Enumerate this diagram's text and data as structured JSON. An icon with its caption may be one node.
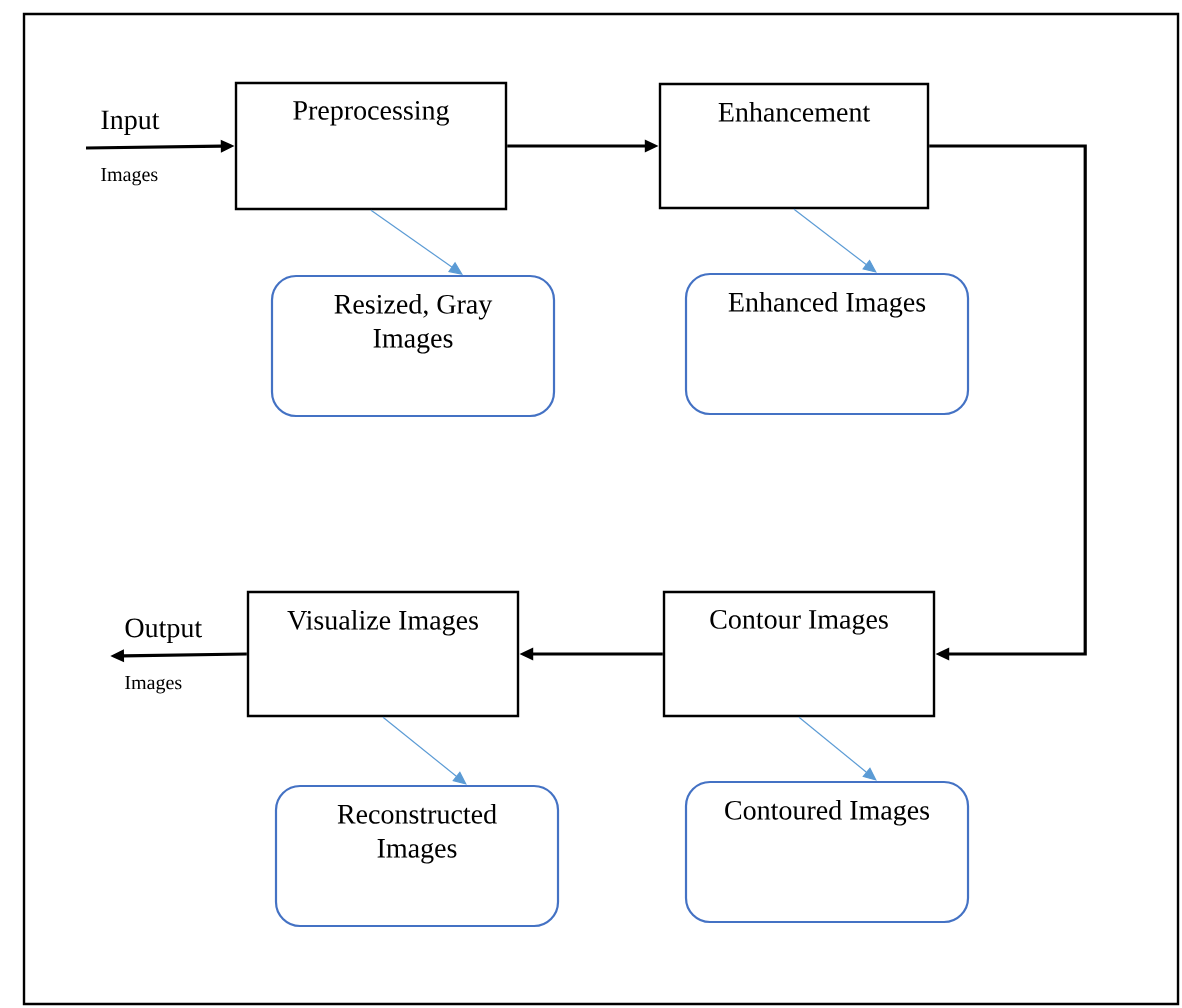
{
  "diagram": {
    "nodes": [
      {
        "text": [
          "Preprocessing"
        ]
      },
      {
        "text": [
          "Enhancement"
        ]
      },
      {
        "text": [
          "Resized, Gray Images"
        ]
      },
      {
        "text": [
          "Enhanced Images"
        ]
      },
      {
        "text": [
          "Contour Images"
        ]
      },
      {
        "text": [
          "Visualize Images"
        ]
      },
      {
        "text": [
          "Reconstructed Images"
        ]
      },
      {
        "text": [
          "Contoured Images"
        ]
      },
      {
        "text": [
          "Input",
          "Images"
        ]
      },
      {
        "text": [
          "Output",
          "Images"
        ]
      }
    ],
    "edges": [
      {
        "from": 8,
        "to": 0,
        "arrow": "to"
      },
      {
        "from": 0,
        "to": 1,
        "arrow": "to"
      },
      {
        "from": 1,
        "to": 4,
        "arrow": "to"
      },
      {
        "from": 4,
        "to": 5,
        "arrow": "to"
      },
      {
        "from": 5,
        "to": 9,
        "arrow": "to"
      },
      {
        "from": 0,
        "to": 2,
        "arrow": "to",
        "color": "#5b9bd5"
      },
      {
        "from": 1,
        "to": 3,
        "arrow": "to",
        "color": "#5b9bd5"
      },
      {
        "from": 5,
        "to": 6,
        "arrow": "to",
        "color": "#5b9bd5"
      },
      {
        "from": 4,
        "to": 7,
        "arrow": "to",
        "color": "#5b9bd5"
      }
    ]
  }
}
